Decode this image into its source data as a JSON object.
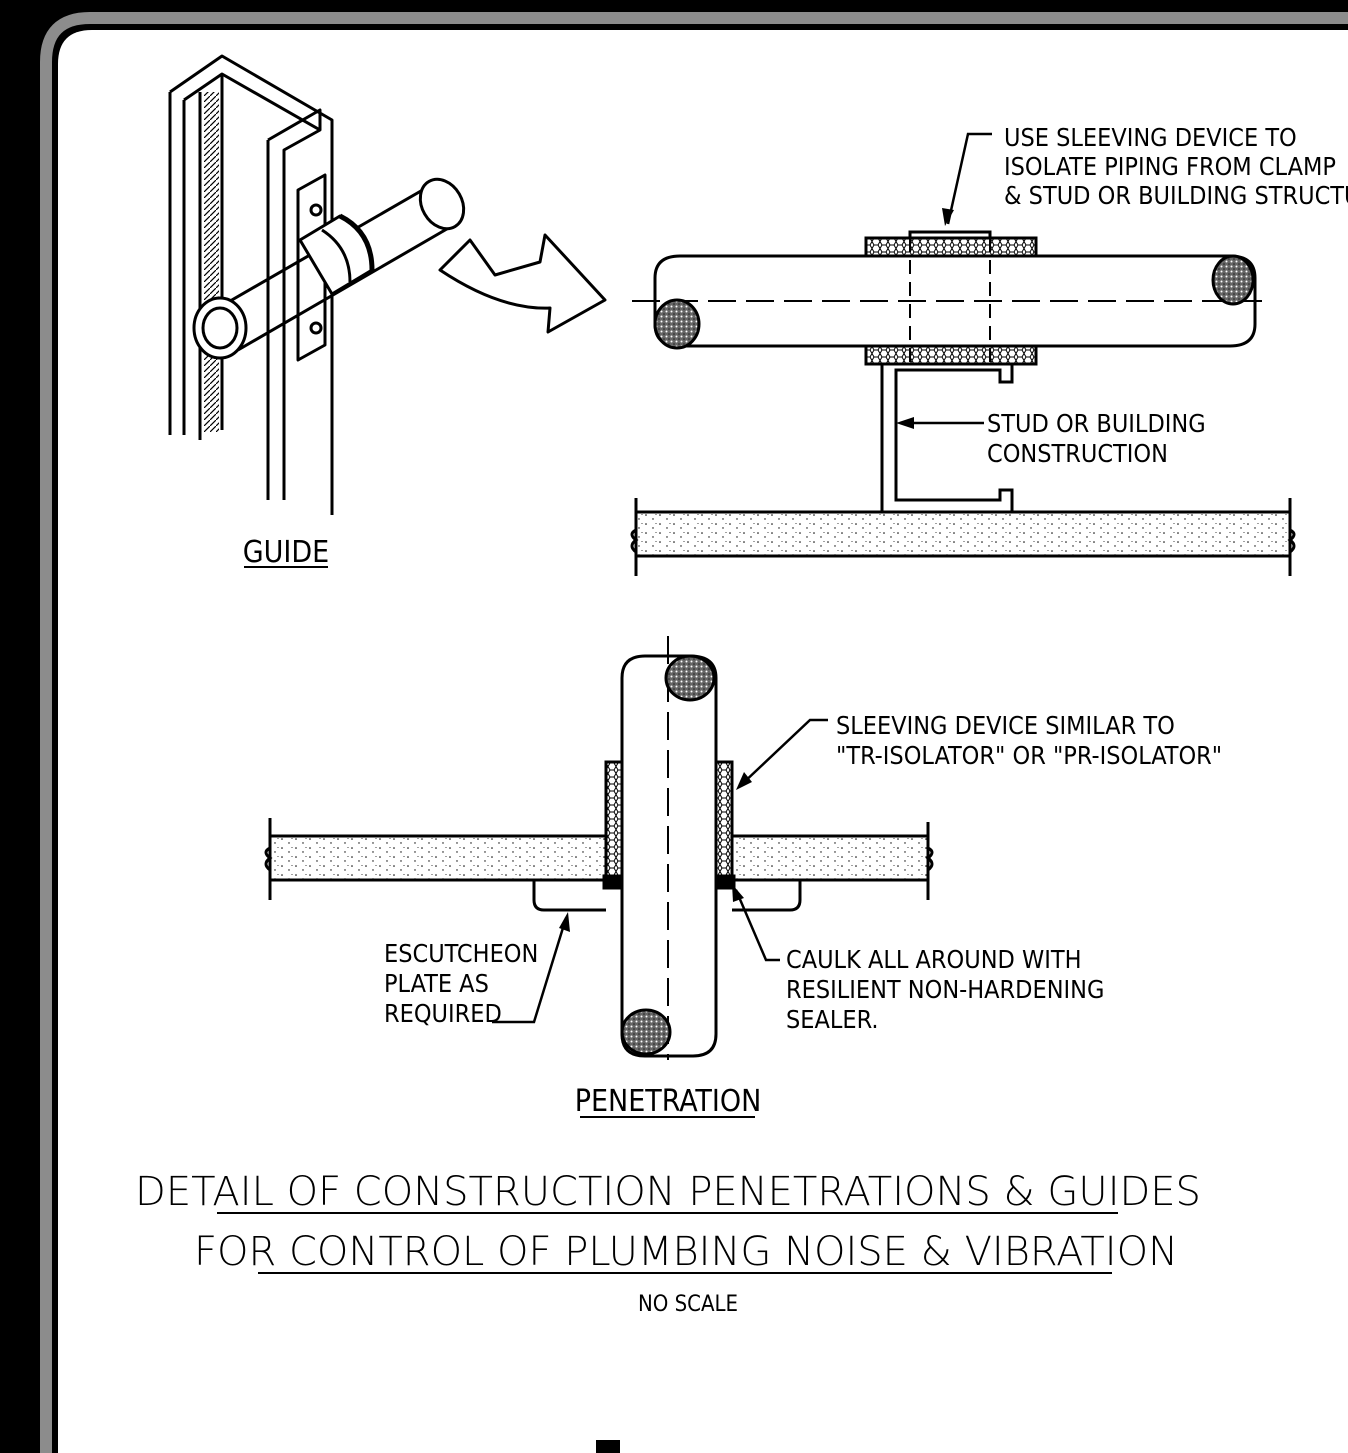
{
  "labels": {
    "guide": "GUIDE",
    "sleeve_note": [
      "USE SLEEVING DEVICE TO",
      "ISOLATE PIPING FROM CLAMP",
      "& STUD OR BUILDING STRUCTURE"
    ],
    "stud_note": [
      "STUD OR BUILDING",
      "CONSTRUCTION"
    ],
    "sleeve_similar_note": [
      "SLEEVING DEVICE SIMILAR TO",
      "\"TR-ISOLATOR\" OR \"PR-ISOLATOR\""
    ],
    "escutcheon_note": [
      "ESCUTCHEON",
      "PLATE AS",
      "REQUIRED"
    ],
    "caulk_note": [
      "CAULK ALL AROUND WITH",
      "RESILIENT NON-HARDENING",
      "SEALER."
    ],
    "penetration": "PENETRATION"
  },
  "title": {
    "line1": "DETAIL OF CONSTRUCTION PENETRATIONS & GUIDES",
    "line2": "FOR CONTROL OF PLUMBING NOISE & VIBRATION",
    "scale": "NO SCALE"
  },
  "colors": {
    "background": "#000000",
    "sheet": "#ffffff",
    "border": "#8c8c8c",
    "ink": "#000000"
  }
}
